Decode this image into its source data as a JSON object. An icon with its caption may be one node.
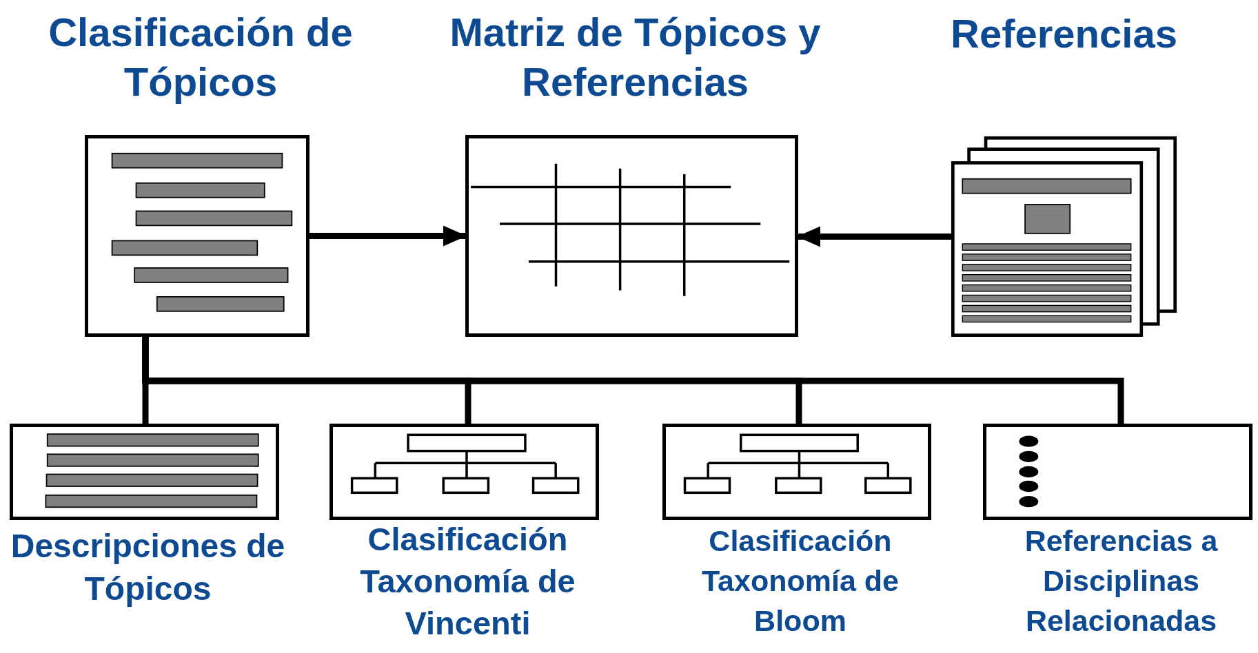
{
  "diagram": {
    "nodes": [
      {
        "text": [
          "Clasificación de Tópicos"
        ]
      },
      {
        "text": [
          "Matriz de Tópicos y Referencias"
        ]
      },
      {
        "text": [
          "Referencias"
        ]
      },
      {
        "text": [
          "Descripciones de Tópicos"
        ]
      },
      {
        "text": [
          "Clasificación Taxonomía de Vincenti"
        ]
      },
      {
        "text": [
          "Clasificación Taxonomía de Bloom"
        ]
      },
      {
        "text": [
          "Referencias a Disciplinas Relacionadas"
        ]
      }
    ],
    "edges": [
      {
        "from": 0,
        "to": 1,
        "arrow": "to"
      },
      {
        "from": 2,
        "to": 1,
        "arrow": "to"
      },
      {
        "from": 0,
        "to": 3,
        "arrow": "none"
      },
      {
        "from": 0,
        "to": 4,
        "arrow": "none"
      },
      {
        "from": 0,
        "to": 5,
        "arrow": "none"
      },
      {
        "from": 0,
        "to": 6,
        "arrow": "none"
      }
    ]
  }
}
